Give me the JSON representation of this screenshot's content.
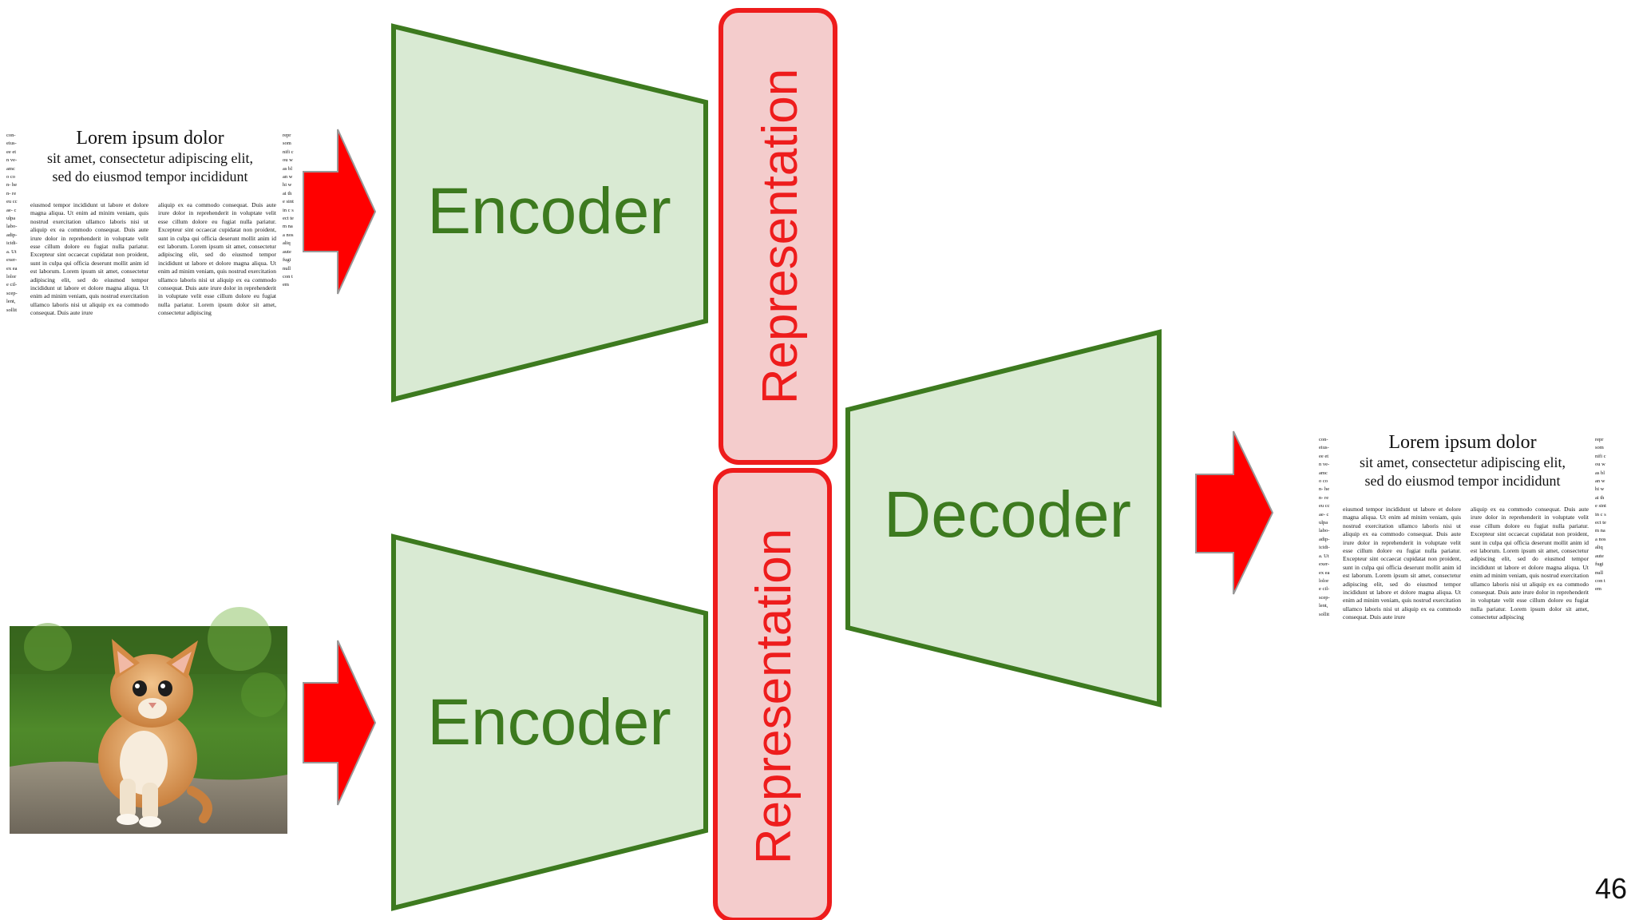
{
  "labels": {
    "encoder_top": "Encoder",
    "encoder_bottom": "Encoder",
    "decoder": "Decoder",
    "representation_top": "Representation",
    "representation_bottom": "Representation"
  },
  "document_input": {
    "title": "Lorem ipsum dolor",
    "subtitle_line1": "sit amet, consectetur adipiscing elit,",
    "subtitle_line2": "sed do eiusmod tempor incididunt"
  },
  "document_output": {
    "title": "Lorem ipsum dolor",
    "subtitle_line1": "sit amet, consectetur adipiscing elit,",
    "subtitle_line2": "sed do eiusmod tempor incididunt"
  },
  "page_number": "46",
  "colors": {
    "block_fill": "#d9ead3",
    "block_stroke": "#3d7a1f",
    "block_text": "#3d7a1f",
    "rep_fill": "#f4cccc",
    "rep_stroke": "#ee1c1c",
    "rep_text": "#ee1c1c",
    "arrow_fill": "#ff0000",
    "arrow_stroke": "#999999"
  }
}
